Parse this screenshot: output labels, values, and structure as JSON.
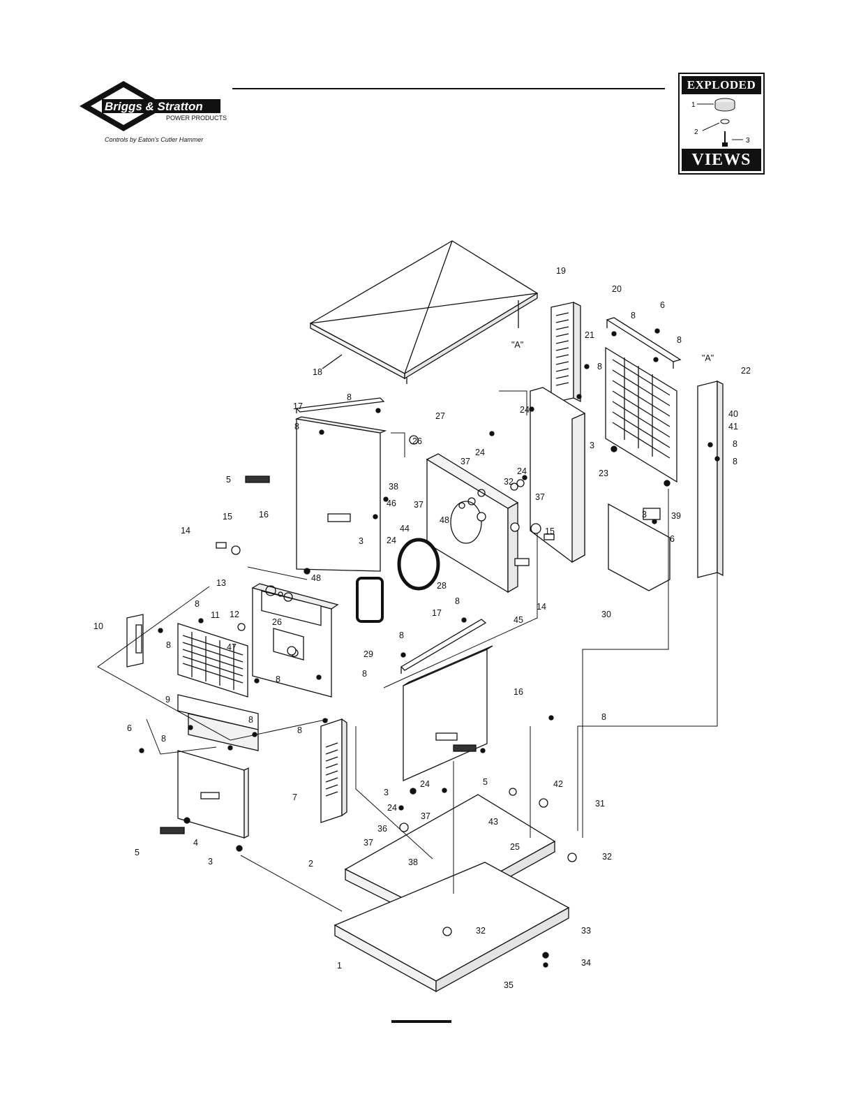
{
  "brand": {
    "name": "Briggs & Stratton",
    "sub": "POWER PRODUCTS",
    "tagline": "Controls by Eaton's Cutler Hammer"
  },
  "badge": {
    "top": "EXPLODED",
    "bottom": "VIEWS",
    "callouts": [
      "1",
      "2",
      "3"
    ]
  },
  "colors": {
    "ink": "#111111",
    "paper": "#ffffff"
  },
  "callouts": {
    "c18": "18",
    "cA1": "\"A\"",
    "c19": "19",
    "c20": "20",
    "c6a": "6",
    "c8a": "8",
    "c8b": "8",
    "c21": "21",
    "cA2": "\"A\"",
    "c22": "22",
    "c8c": "8",
    "c40": "40",
    "c41": "41",
    "c8d": "8",
    "c8e": "8",
    "c17a": "17",
    "c8f": "8",
    "c8g": "8",
    "c27": "27",
    "c24a": "24",
    "c26a": "26",
    "c24b": "24",
    "c37a": "37",
    "c24c": "24",
    "c3a": "3",
    "c23": "23",
    "c32a": "32",
    "c37b": "37",
    "c5a": "5",
    "c16a": "16",
    "c38a": "38",
    "c46": "46",
    "c37c": "37",
    "c48a": "48",
    "c44": "44",
    "c39": "39",
    "c6b": "6",
    "c3b": "3",
    "c24d": "24",
    "c15a": "15",
    "c14a": "14",
    "c15b": "15",
    "c48b": "48",
    "c13": "13",
    "c28": "28",
    "c3c": "3",
    "c14b": "14",
    "c45": "45",
    "c30": "30",
    "c8h": "8",
    "c10": "10",
    "c11": "11",
    "c12": "12",
    "c26b": "26",
    "c8i": "8",
    "c8j": "8",
    "c29": "29",
    "c17b": "17",
    "c8k": "8",
    "c47": "47",
    "c8l": "8",
    "c8m": "8",
    "c16b": "16",
    "c9": "9",
    "c8n": "8",
    "c8o": "8",
    "c6c": "6",
    "c8p": "8",
    "c7": "7",
    "c5b": "5",
    "c42": "42",
    "c3d": "3",
    "c24e": "24",
    "c31": "31",
    "c24f": "24",
    "c37d": "37",
    "c43": "43",
    "c36": "36",
    "c37e": "37",
    "c25": "25",
    "c32b": "32",
    "c38b": "38",
    "c4": "4",
    "c5c": "5",
    "c3e": "3",
    "c2": "2",
    "c32c": "32",
    "c33": "33",
    "c1": "1",
    "c34": "34",
    "c35": "35"
  }
}
